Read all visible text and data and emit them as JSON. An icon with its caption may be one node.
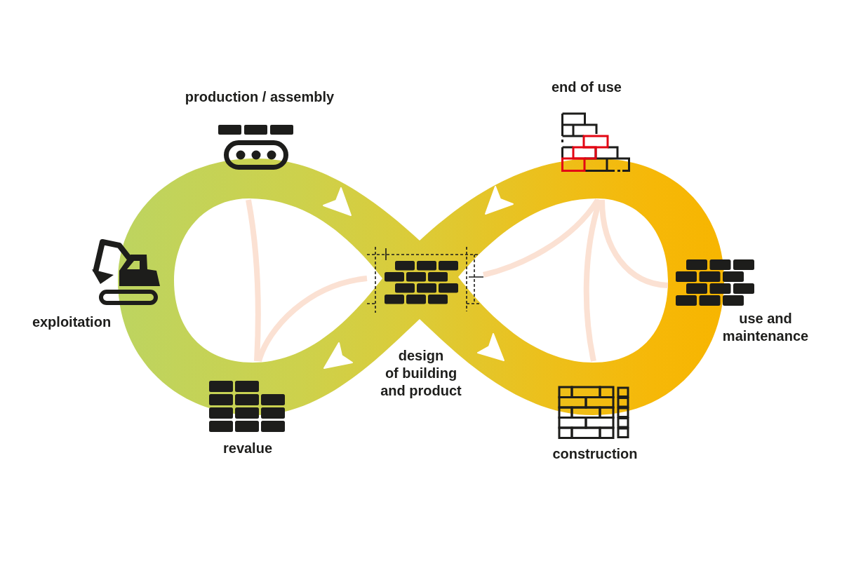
{
  "diagram": {
    "nodes": [
      {
        "text": [
          "production / assembly"
        ]
      },
      {
        "text": [
          "end of use"
        ]
      },
      {
        "text": [
          "exploitation"
        ]
      },
      {
        "text": [
          "design of building and product"
        ]
      },
      {
        "text": [
          "use and maintenance"
        ]
      },
      {
        "text": [
          "revalue"
        ]
      },
      {
        "text": [
          "construction"
        ]
      }
    ],
    "edges": [
      {
        "from": 0,
        "to": 5,
        "arrow": "none"
      },
      {
        "from": 5,
        "to": 3,
        "arrow": "none"
      },
      {
        "from": 1,
        "to": 3,
        "arrow": "none"
      },
      {
        "from": 1,
        "to": 4,
        "arrow": "none"
      },
      {
        "from": 1,
        "to": 6,
        "arrow": "none"
      }
    ]
  }
}
